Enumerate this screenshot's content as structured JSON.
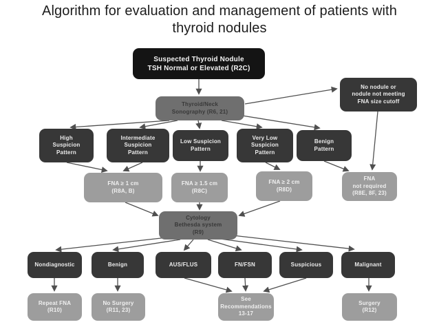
{
  "title": "Algorithm for evaluation and management of patients with\nthyroid nodules",
  "colors": {
    "black_box": "#141414",
    "dark_box": "#373737",
    "mid_box": "#6f6f6f",
    "light_box": "#9d9d9d",
    "arrow": "#4f4f4f",
    "title_text": "#1c1c1c"
  },
  "nodes": {
    "suspected": {
      "text": "Suspected Thyroid Nodule\nTSH Normal or Elevated (R2C)"
    },
    "no_nodule": {
      "text": "No nodule or\nnodule not meeting\nFNA size cutoff"
    },
    "sonography": {
      "text": "Thyroid/Neck\nSonography (R6, 21)"
    },
    "high": {
      "text": "High\nSuspicion\nPattern"
    },
    "intermediate": {
      "text": "Intermediate\nSuspicion\nPattern"
    },
    "low": {
      "text": "Low Suspicion\nPattern"
    },
    "very_low": {
      "text": "Very Low\nSuspicion\nPattern"
    },
    "benign_pattern": {
      "text": "Benign\nPattern"
    },
    "fna_1cm": {
      "text": "FNA ≥ 1 cm\n(R8A, B)"
    },
    "fna_15cm": {
      "text": "FNA ≥ 1.5 cm\n(R8C)"
    },
    "fna_2cm": {
      "text": "FNA ≥ 2 cm\n(R8D)"
    },
    "fna_not_required": {
      "text": "FNA\nnot required\n(R8E, 8F, 23)"
    },
    "cytology": {
      "text": "Cytology\nBethesda system\n(R9)"
    },
    "nondiagnostic": {
      "text": "Nondiagnostic"
    },
    "benign": {
      "text": "Benign"
    },
    "aus_flus": {
      "text": "AUS/FLUS"
    },
    "fn_fsn": {
      "text": "FN/FSN"
    },
    "suspicious": {
      "text": "Suspicious"
    },
    "malignant": {
      "text": "Malignant"
    },
    "repeat_fna": {
      "text": "Repeat FNA\n(R10)"
    },
    "no_surgery": {
      "text": "No Surgery\n(R11, 23)"
    },
    "see_recommendations": {
      "text": "See\nRecommendations\n13-17"
    },
    "surgery": {
      "text": "Surgery\n(R12)"
    }
  },
  "edges": [
    {
      "from": "suspected",
      "to": "sonography",
      "points": [
        289,
        115,
        289,
        136
      ]
    },
    {
      "from": "sonography",
      "to": "no_nodule",
      "points": [
        356,
        151,
        489,
        129
      ]
    },
    {
      "from": "sonography",
      "to": "high",
      "points": [
        246,
        175,
        103,
        185
      ]
    },
    {
      "from": "sonography",
      "to": "intermediate",
      "points": [
        258,
        175,
        204,
        185
      ]
    },
    {
      "from": "sonography",
      "to": "low",
      "points": [
        288,
        175,
        290,
        186
      ]
    },
    {
      "from": "sonography",
      "to": "very_low",
      "points": [
        322,
        175,
        380,
        185
      ]
    },
    {
      "from": "sonography",
      "to": "benign_pattern",
      "points": [
        352,
        168,
        464,
        186
      ]
    },
    {
      "from": "no_nodule",
      "to": "fna_not_required",
      "points": [
        549,
        162,
        541,
        246
      ]
    },
    {
      "from": "high",
      "to": "fna_1cm",
      "points": [
        97,
        236,
        155,
        248
      ]
    },
    {
      "from": "intermediate",
      "to": "fna_1cm",
      "points": [
        207,
        236,
        180,
        248
      ]
    },
    {
      "from": "low",
      "to": "fna_15cm",
      "points": [
        291,
        234,
        291,
        248
      ]
    },
    {
      "from": "very_low",
      "to": "fna_2cm",
      "points": [
        386,
        236,
        406,
        246
      ]
    },
    {
      "from": "benign_pattern",
      "to": "fna_not_required",
      "points": [
        471,
        234,
        506,
        248
      ]
    },
    {
      "from": "fna_1cm",
      "to": "cytology",
      "points": [
        182,
        294,
        229,
        313
      ]
    },
    {
      "from": "fna_15cm",
      "to": "cytology",
      "points": [
        290,
        294,
        290,
        304
      ]
    },
    {
      "from": "fna_2cm",
      "to": "cytology",
      "points": [
        407,
        292,
        348,
        313
      ]
    },
    {
      "from": "cytology",
      "to": "nondiagnostic",
      "points": [
        252,
        344,
        82,
        363
      ]
    },
    {
      "from": "cytology",
      "to": "benign",
      "points": [
        262,
        348,
        165,
        363
      ]
    },
    {
      "from": "cytology",
      "to": "aus_flus",
      "points": [
        281,
        348,
        268,
        363
      ]
    },
    {
      "from": "cytology",
      "to": "fn_fsn",
      "points": [
        302,
        348,
        350,
        363
      ]
    },
    {
      "from": "cytology",
      "to": "suspicious",
      "points": [
        320,
        347,
        438,
        363
      ]
    },
    {
      "from": "cytology",
      "to": "malignant",
      "points": [
        338,
        342,
        514,
        362
      ]
    },
    {
      "from": "nondiagnostic",
      "to": "repeat_fna",
      "points": [
        79,
        404,
        79,
        422
      ]
    },
    {
      "from": "benign",
      "to": "no_surgery",
      "points": [
        171,
        404,
        171,
        422
      ]
    },
    {
      "from": "aus_flus",
      "to": "see_recommendations",
      "points": [
        268,
        404,
        336,
        423
      ]
    },
    {
      "from": "fn_fsn",
      "to": "see_recommendations",
      "points": [
        356,
        404,
        357,
        422
      ]
    },
    {
      "from": "suspicious",
      "to": "see_recommendations",
      "points": [
        445,
        404,
        384,
        423
      ]
    },
    {
      "from": "malignant",
      "to": "surgery",
      "points": [
        536,
        404,
        536,
        422
      ]
    }
  ]
}
